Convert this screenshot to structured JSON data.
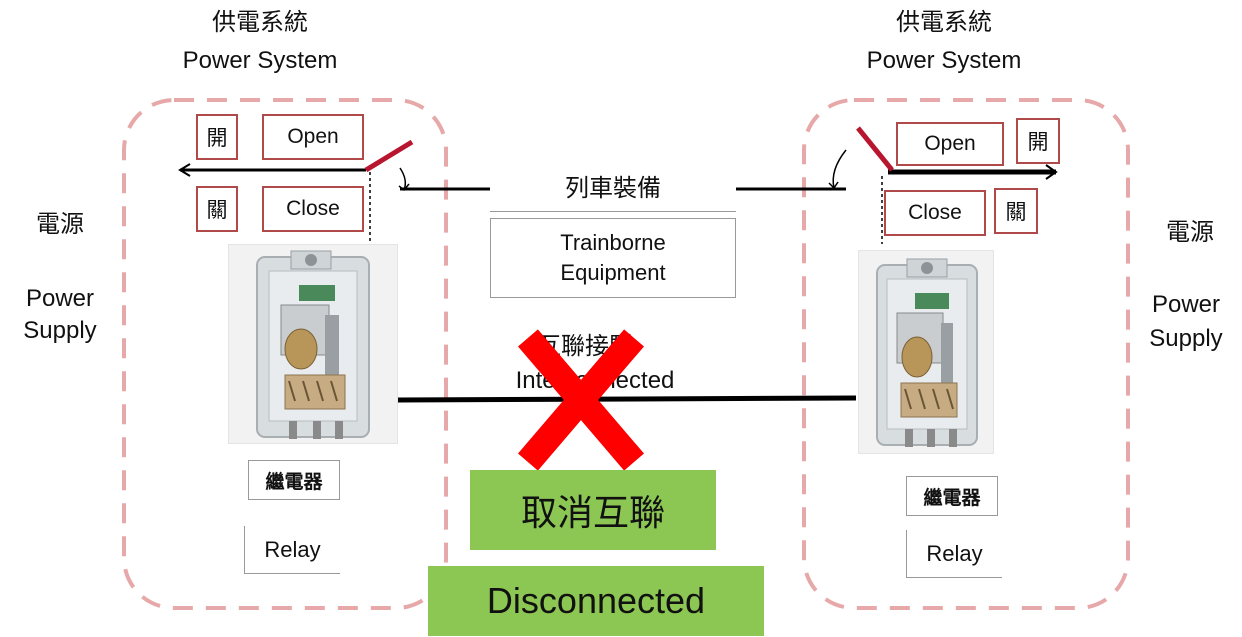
{
  "left": {
    "title_zh": "供電系統",
    "title_en": "Power System",
    "open_zh": "開",
    "open_en": "Open",
    "close_zh": "關",
    "close_en": "Close",
    "relay_zh": "繼電器",
    "relay_en": "Relay",
    "supply_zh": "電源",
    "supply_en_1": "Power",
    "supply_en_2": "Supply"
  },
  "right": {
    "title_zh": "供電系統",
    "title_en": "Power System",
    "open_zh": "開",
    "open_en": "Open",
    "close_zh": "關",
    "close_en": "Close",
    "relay_zh": "繼電器",
    "relay_en": "Relay",
    "supply_zh": "電源",
    "supply_en_1": "Power",
    "supply_en_2": "Supply"
  },
  "center": {
    "trainborne_zh": "列車裝備",
    "trainborne_en_1": "Trainborne",
    "trainborne_en_2": "Equipment",
    "interconnected_zh": "互聯接駁",
    "interconnected_en": "Interconnected",
    "cancel_zh": "取消互聯",
    "cancel_en": "Disconnected"
  },
  "colors": {
    "dashed_border": "#e6a8a8",
    "switch_red": "#b8162f",
    "cross_red": "#ff0000",
    "green_label": "#8cc653",
    "box_border": "#b04a4a"
  }
}
